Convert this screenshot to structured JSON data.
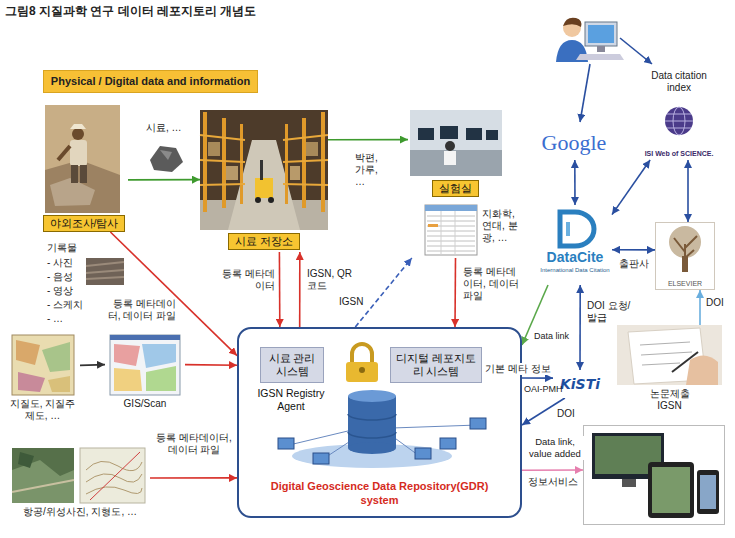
{
  "diagram": {
    "title": "그림8 지질과학 연구 데이터 레포지토리 개념도",
    "nodes": [
      {
        "text": [
          "Physical / Digital data and information"
        ]
      },
      {
        "text": [
          "야외조사/탐사"
        ]
      },
      {
        "text": [
          "시료 저장소"
        ]
      },
      {
        "text": [
          "실험실"
        ]
      },
      {
        "text": [
          "Google"
        ]
      },
      {
        "text": [
          "Data citation index",
          "ISI Web of SCIENCE."
        ]
      },
      {
        "text": [
          "DataCite",
          "International Data Citation"
        ]
      },
      {
        "text": [
          "ELSEVIER"
        ]
      },
      {
        "text": [
          "지질도, 지질주제도, …"
        ]
      },
      {
        "text": [
          "GIS/Scan"
        ]
      },
      {
        "text": [
          "IGSN Registry Agent",
          "Digital Geoscience Data Repository(GDR) system"
        ]
      },
      {
        "text": [
          "시료 관리 시스템"
        ],
        "in": 10
      },
      {
        "text": [
          "디지털 레포지토리 시스템"
        ],
        "in": 10
      },
      {
        "text": [
          "KiSTi"
        ]
      },
      {
        "text": [
          "논문제출 IGSN"
        ]
      },
      {
        "text": [
          "항공/위성사진, 지형도, …"
        ]
      },
      {
        "text": [
          "정보서비스"
        ]
      }
    ],
    "edges": [
      {
        "from": 1,
        "to": 2,
        "arrow": "to",
        "label": "시료, …"
      },
      {
        "from": 2,
        "to": 3,
        "arrow": "to",
        "label": "박편, 가루, …"
      },
      {
        "from": 1,
        "to": 10,
        "arrow": "to",
        "label": "등록 메타데이터, 데이터 파일"
      },
      {
        "from": 2,
        "to": 10,
        "arrow": "to",
        "label": "등록 메타데이터"
      },
      {
        "from": 10,
        "to": 2,
        "arrow": "to",
        "label": "IGSN, QR코드"
      },
      {
        "from": 10,
        "to": 3,
        "arrow": "to",
        "label": "IGSN"
      },
      {
        "from": 3,
        "to": 10,
        "arrow": "to",
        "label": "등록 메타데이터, 데이터 파일"
      },
      {
        "from": 8,
        "to": 9,
        "arrow": "to"
      },
      {
        "from": 9,
        "to": 10,
        "arrow": "to"
      },
      {
        "from": 15,
        "to": 10,
        "arrow": "to",
        "label": "등록 메타데이터, 데이터 파일"
      },
      {
        "from": 4,
        "to": 6,
        "arrow": "both"
      },
      {
        "from": 5,
        "to": 6,
        "arrow": "both"
      },
      {
        "from": 5,
        "to": 7,
        "arrow": "both"
      },
      {
        "from": 6,
        "to": 7,
        "arrow": "both"
      },
      {
        "from": 6,
        "to": 10,
        "arrow": "to",
        "label": "Data link"
      },
      {
        "from": 6,
        "to": 13,
        "arrow": "both",
        "label": "DOI 요청/발급"
      },
      {
        "from": 10,
        "to": 13,
        "arrow": "to",
        "label": "기본 메타 정보"
      },
      {
        "from": 13,
        "to": 10,
        "arrow": "to",
        "label": "DOI"
      },
      {
        "from": 14,
        "to": 7,
        "arrow": "to",
        "label": "DOI"
      },
      {
        "from": 10,
        "to": 16,
        "arrow": "to",
        "label": "Data link, value added"
      }
    ],
    "labels": [
      "기록물",
      "- 사진",
      "- 음성",
      "- 영상",
      "- 스케치",
      "- …",
      "지화학, 연대, 분광, …",
      "OAI-PMH",
      "출판사"
    ]
  }
}
